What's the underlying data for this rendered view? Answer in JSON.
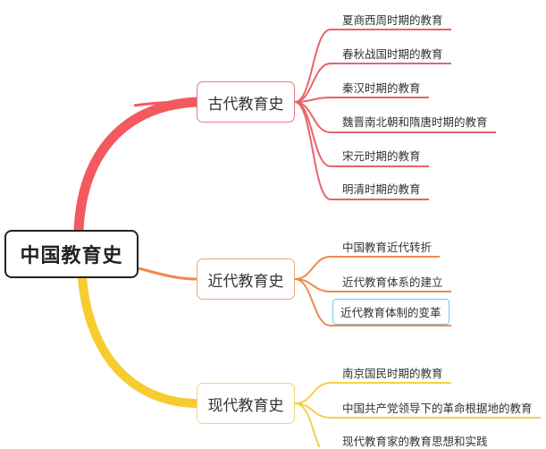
{
  "root": {
    "label": "中国教育史"
  },
  "branches": [
    {
      "label": "古代教育史",
      "color": "#ee5a5f",
      "children": [
        {
          "label": "夏商西周时期的教育"
        },
        {
          "label": "春秋战国时期的教育"
        },
        {
          "label": "秦汉时期的教育"
        },
        {
          "label": "魏晋南北朝和隋唐时期的教育"
        },
        {
          "label": "宋元时期的教育"
        },
        {
          "label": "明清时期的教育"
        }
      ]
    },
    {
      "label": "近代教育史",
      "color": "#f08a4b",
      "children": [
        {
          "label": "中国教育近代转折"
        },
        {
          "label": "近代教育体系的建立"
        },
        {
          "label": "近代教育体制的变革",
          "selected": true
        }
      ]
    },
    {
      "label": "现代教育史",
      "color": "#f5c928",
      "children": [
        {
          "label": "南京国民时期的教育"
        },
        {
          "label": "中国共产党领导下的革命根据地的教育"
        },
        {
          "label": "现代教育家的教育思想和实践"
        }
      ]
    }
  ],
  "selection_color": "#7ec4e8"
}
